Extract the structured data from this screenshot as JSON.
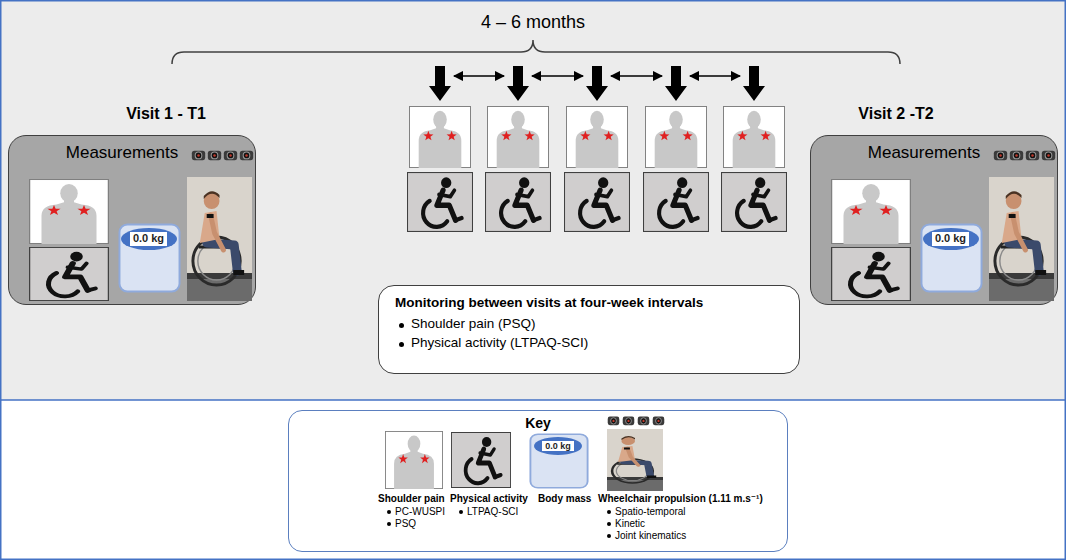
{
  "diagram": {
    "nodes": [
      {
        "text": [
          "Visit 1 - T1",
          "Measurements"
        ]
      },
      {
        "text": [
          "0.0 kg"
        ],
        "in": 0
      },
      {
        "text": [
          "Monitoring between visits at four-week intervals",
          "Shoulder pain (PSQ)",
          "Physical activity (LTPAQ-SCI)"
        ]
      },
      {
        "text": [
          "Visit 2 -T2",
          "Measurements"
        ]
      },
      {
        "text": [
          "0.0 kg"
        ],
        "in": 3
      },
      {
        "text": [
          "Key"
        ]
      },
      {
        "text": [
          "0.0 kg"
        ],
        "in": 5
      }
    ],
    "labels": [
      "4 – 6 months"
    ],
    "legend": [
      {
        "text": "Shoulder pain"
      },
      {
        "text": "PC-WUSPI"
      },
      {
        "text": "PSQ"
      },
      {
        "text": "Physical activity"
      },
      {
        "text": "LTPAQ-SCI"
      },
      {
        "text": "Body mass"
      },
      {
        "text": "Wheelchair propulsion (1.11 m.s⁻¹)"
      },
      {
        "text": "Spatio-temporal"
      },
      {
        "text": "Kinetic"
      },
      {
        "text": "Joint kinematics"
      }
    ]
  }
}
